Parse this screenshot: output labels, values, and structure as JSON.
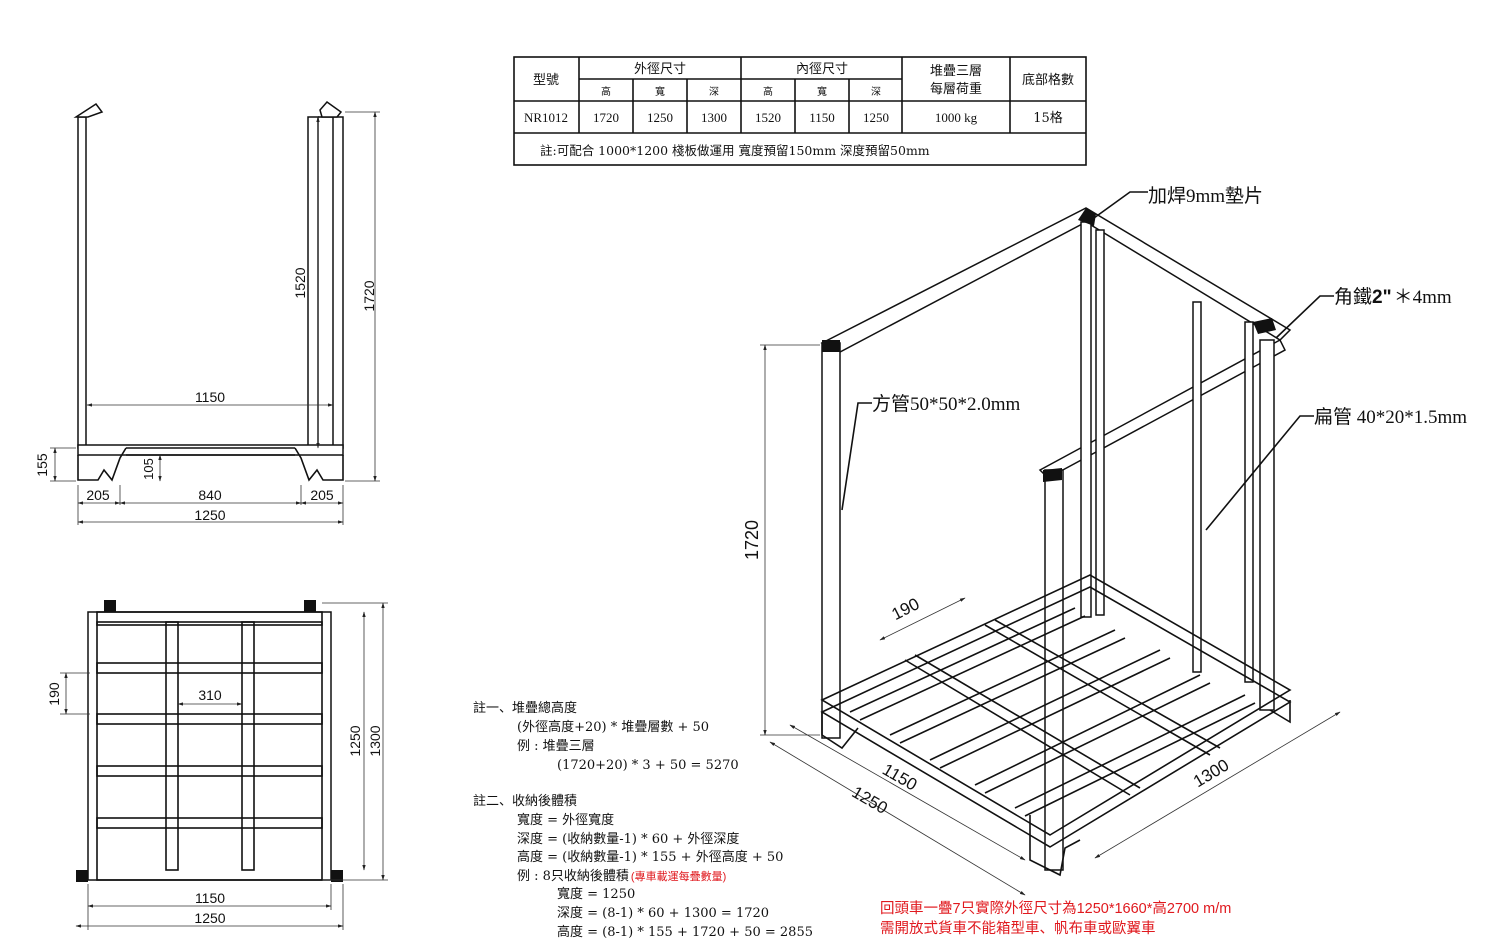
{
  "spec_table": {
    "col_model": "型號",
    "col_outer": "外徑尺寸",
    "col_inner": "內徑尺寸",
    "col_load_l1": "堆疊三層",
    "col_load_l2": "每層荷重",
    "col_grid": "底部格數",
    "sub_h": "高",
    "sub_w": "寬",
    "sub_d": "深",
    "row": {
      "model": "NR1012",
      "outer_h": "1720",
      "outer_w": "1250",
      "outer_d": "1300",
      "inner_h": "1520",
      "inner_w": "1150",
      "inner_d": "1250",
      "load": "1000 kg",
      "grid": "15格"
    },
    "note": "註:可配合 1000*1200 棧板做運用 寬度預留150mm 深度預留50mm"
  },
  "front_view": {
    "dim_1520": "1520",
    "dim_1720": "1720",
    "dim_1150": "1150",
    "dim_155": "155",
    "dim_105": "105",
    "dim_205_left": "205",
    "dim_840": "840",
    "dim_205_right": "205",
    "dim_1250": "1250"
  },
  "plan_view": {
    "dim_190": "190",
    "dim_310": "310",
    "dim_1250_v": "1250",
    "dim_1300": "1300",
    "dim_1150": "1150",
    "dim_1250_h": "1250"
  },
  "iso_view": {
    "label_weld": "加焊9mm墊片",
    "label_angle_prefix": "角鐵",
    "label_angle_size": "2\"",
    "label_angle_suffix": "＊4mm",
    "label_square": "方管50*50*2.0mm",
    "label_flat": "扁管 40*20*1.5mm",
    "dim_1720": "1720",
    "dim_190": "190",
    "dim_1150": "1150",
    "dim_1250": "1250",
    "dim_1300": "1300"
  },
  "notes": {
    "n1_title": "註一、堆疊總高度",
    "n1_l1": "(外徑高度+20) * 堆疊層數 + 50",
    "n1_l2": "例 : 堆疊三層",
    "n1_l3": "(1720+20) * 3 + 50 = 5270",
    "n2_title": "註二、收納後體積",
    "n2_l1": "寬度 = 外徑寬度",
    "n2_l2": "深度 = (收納數量-1) * 60 + 外徑深度",
    "n2_l3": "高度 = (收納數量-1) * 155 + 外徑高度 + 50",
    "n2_l4": "例 : 8只收納後體積",
    "n2_l4_red": "(專車載運每疊數量)",
    "n2_l5": "寬度 = 1250",
    "n2_l6": "深度 = (8-1) * 60 + 1300 = 1720",
    "n2_l7": "高度 = (8-1) * 155 + 1720 + 50 = 2855"
  },
  "red_notes": {
    "line1": "回頭車一疊7只實際外徑尺寸為1250*1660*高2700 m/m",
    "line2": "需開放式貨車不能箱型車、帆布車或歐翼車"
  },
  "colors": {
    "ink": "#111111",
    "red": "#e0191e",
    "background": "#ffffff"
  }
}
